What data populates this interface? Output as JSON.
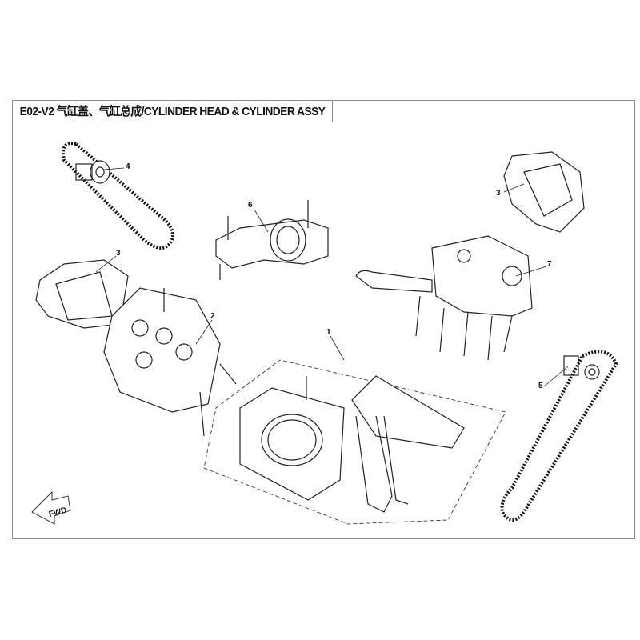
{
  "title": "E02-V2 气缸盖、气缸总成/CYLINDER HEAD & CYLINDER ASSY",
  "fwd_label": "FWD",
  "callouts": [
    "1",
    "2",
    "3",
    "3",
    "4",
    "5",
    "6",
    "7"
  ]
}
